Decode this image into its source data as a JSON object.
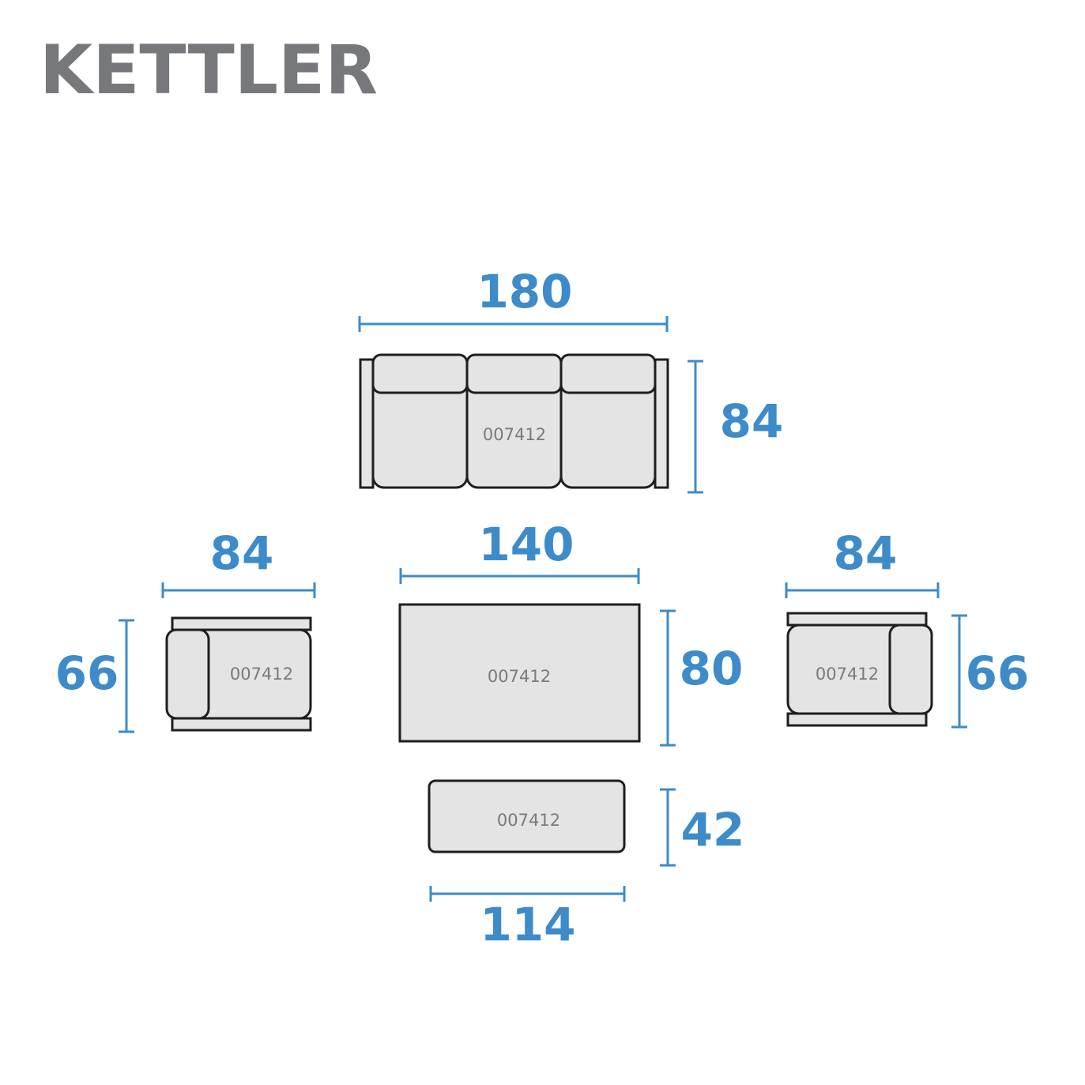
{
  "brand": {
    "name": "KETTLER"
  },
  "colors": {
    "brand_gray": "#76787c",
    "dimension_blue": "#3d8bc9",
    "furniture_fill": "#e4e4e4",
    "outline": "#1e1e1e",
    "code_text": "#7a7a7a"
  },
  "pieces": {
    "sofa": {
      "code": "007412",
      "width": "180",
      "depth": "84"
    },
    "left_chair": {
      "code": "007412",
      "width": "84",
      "depth": "66"
    },
    "table": {
      "code": "007412",
      "width": "140",
      "depth": "80"
    },
    "right_chair": {
      "code": "007412",
      "width": "84",
      "depth": "66"
    },
    "footstool": {
      "code": "007412",
      "width": "114",
      "depth": "42"
    }
  }
}
